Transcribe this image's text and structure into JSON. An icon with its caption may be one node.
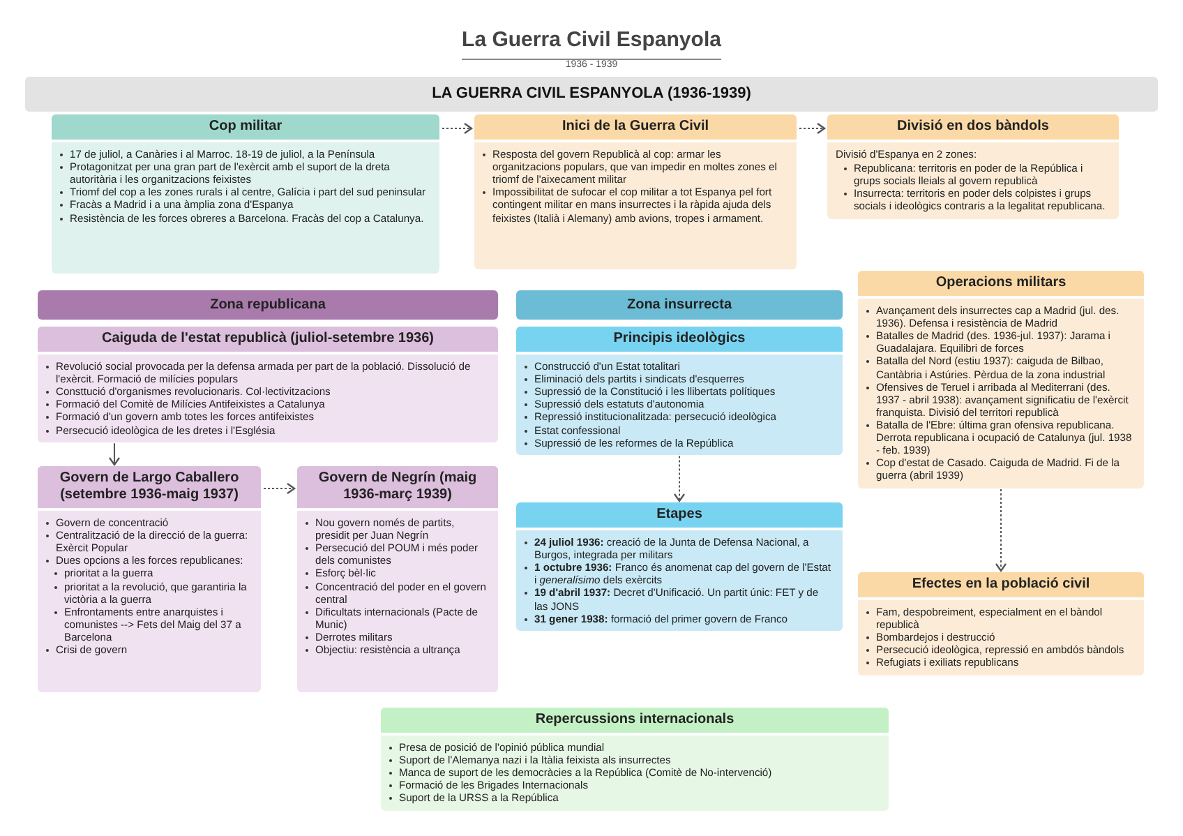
{
  "diagram": {
    "title": "La Guerra Civil Espanyola",
    "nodes": [
      {
        "text": [
          "LA GUERRA CIVIL ESPANYOLA (1936-1939)"
        ]
      },
      {
        "text": [
          "Cop militar",
          "17 de juliol, a Canàries i al Marroc. 18-19 de juliol, a la Península",
          "Protagonitzat per una gran part de l'exèrcit amb el suport de la dreta autoritària i les organitzacions feixistes",
          "Triomf del cop a les zones rurals i al centre, Galícia i part del sud peninsular",
          "Fracàs a Madrid i a una àmplia zona d'Espanya",
          "Resistència de les forces obreres a Barcelona. Fracàs del cop a Catalunya."
        ]
      },
      {
        "text": [
          "Inici de la Guerra Civil",
          "Resposta del govern Republicà al cop: armar les organitzacions populars, que van impedir en moltes zones el triomf de l'aixecament militar",
          "Impossibilitat de sufocar el cop militar a tot Espanya pel fort contingent militar en mans insurrectes i la ràpida ajuda dels feixistes (Italià i Alemany) amb avions, tropes i armament."
        ]
      },
      {
        "text": [
          "Divisió en dos bàndols",
          "Divisió d'Espanya en 2 zones:",
          "Republicana: territoris en poder de la República i grups socials lleials al govern republicà",
          "Insurrecta: territoris en poder dels colpistes i grups socials i ideològics contraris a la legalitat republicana."
        ]
      },
      {
        "text": [
          "Zona republicana"
        ]
      },
      {
        "text": [
          "Caiguda de l'estat republicà (juliol-setembre 1936)",
          "Revolució social provocada per la defensa armada per part de la població. Dissolució de l'exèrcit. Formació de milícies populars",
          "Consttució d'organismes revolucionaris. Col·lectivitzacions",
          "Formació del Comitè de Milícies Antifeixistes a Catalunya",
          "Formació d'un govern amb totes les forces antifeixistes",
          "Persecució ideològica de les dretes i l'Església"
        ]
      },
      {
        "text": [
          "Govern de Largo Caballero (setembre 1936-maig 1937)",
          "Govern de concentració",
          "Centralització de la direcció de la guerra: Exèrcit Popular",
          "Dues opcions a les forces republicanes:",
          "prioritat a la guerra",
          "prioritat a la revolució, que garantiria la victòria a la guerra",
          "Enfrontaments entre anarquistes i comunistes --> Fets del Maig del 37 a Barcelona",
          "Crisi de govern"
        ]
      },
      {
        "text": [
          "Govern de Negrín (maig 1936-març 1939)",
          "Nou govern només de partits, presidit per Juan Negrín",
          "Persecució del POUM i més poder dels comunistes",
          "Esforç bèl·lic",
          "Concentració del poder en el govern central",
          "Dificultats internacionals (Pacte de Munic)",
          "Derrotes militars",
          "Objectiu: resistència a ultrança"
        ]
      },
      {
        "text": [
          "Zona insurrecta"
        ]
      },
      {
        "text": [
          "Principis ideològics",
          "Construcció d'un Estat totalitari",
          "Eliminació dels partits i sindicats d'esquerres",
          "Supressió de la Constitució i les llibertats polítiques",
          "Supressió dels estatuts d'autonomia",
          "Repressió institucionalitzada:  persecució ideològica",
          "Estat confessional",
          "Supressió de les reformes de la República"
        ]
      },
      {
        "text": [
          "Etapes",
          "**24 juliol 1936:** creació de la Junta de Defensa Nacional, a Burgos, integrada per militars",
          "**1 octubre 1936:** Franco és anomenat cap del govern de l'Estat i *generalísimo* dels exèrcits",
          "**19 d'abril 1937:** Decret d'Unificació. Un partit únic: FET y de las JONS",
          "**31 gener 1938:** formació del primer govern de Franco"
        ]
      },
      {
        "text": [
          "Operacions militars",
          "Avançament dels insurrectes cap a Madrid (jul. des. 1936). Defensa i resistència de Madrid",
          "Batalles de Madrid (des. 1936-jul. 1937): Jarama i Guadalajara. Equilibri de forces",
          "Batalla del Nord (estiu 1937): caiguda de Bilbao, Cantàbria i Astúries. Pèrdua de la zona industrial",
          "Ofensives de Teruel i arribada al Mediterrani (des. 1937 - abril 1938): avançament significatiu de l'exèrcit franquista. Divisió del territori republicà",
          "Batalla de l'Ebre: última gran ofensiva republicana. Derrota republicana i ocupació de Catalunya (jul. 1938 - feb. 1939)",
          "Cop d'estat de Casado. Caiguda de Madrid. Fi de la guerra (abril 1939)"
        ]
      },
      {
        "text": [
          "Efectes en la població civil",
          "Fam, despobreiment, especialment en el bàndol republicà",
          "Bombardejos i destrucció",
          "Persecució ideològica, repressió en ambdós bàndols",
          "Refugiats i exiliats republicans"
        ]
      },
      {
        "text": [
          "Repercussions internacionals",
          "Presa de posició de l'opinió pública mundial",
          "Suport de l'Alemanya nazi i la Itàlia feixista als insurrectes",
          "Manca de suport de les democràcies a la República (Comitè de No-intervenció)",
          "Formació de les Brigades Internacionals",
          "Suport de la URSS a la República"
        ]
      }
    ],
    "edges": [
      {
        "from": 1,
        "to": 2,
        "arrow": "to",
        "style": "dashed"
      },
      {
        "from": 2,
        "to": 3,
        "arrow": "to",
        "style": "dashed"
      },
      {
        "from": 5,
        "to": 6,
        "arrow": "to"
      },
      {
        "from": 6,
        "to": 7,
        "arrow": "to",
        "style": "dashed"
      },
      {
        "from": 9,
        "to": 10,
        "arrow": "to",
        "style": "dashed"
      },
      {
        "from": 11,
        "to": 12,
        "arrow": "to",
        "style": "dashed"
      }
    ],
    "labels": [
      "1936 - 1939"
    ]
  }
}
